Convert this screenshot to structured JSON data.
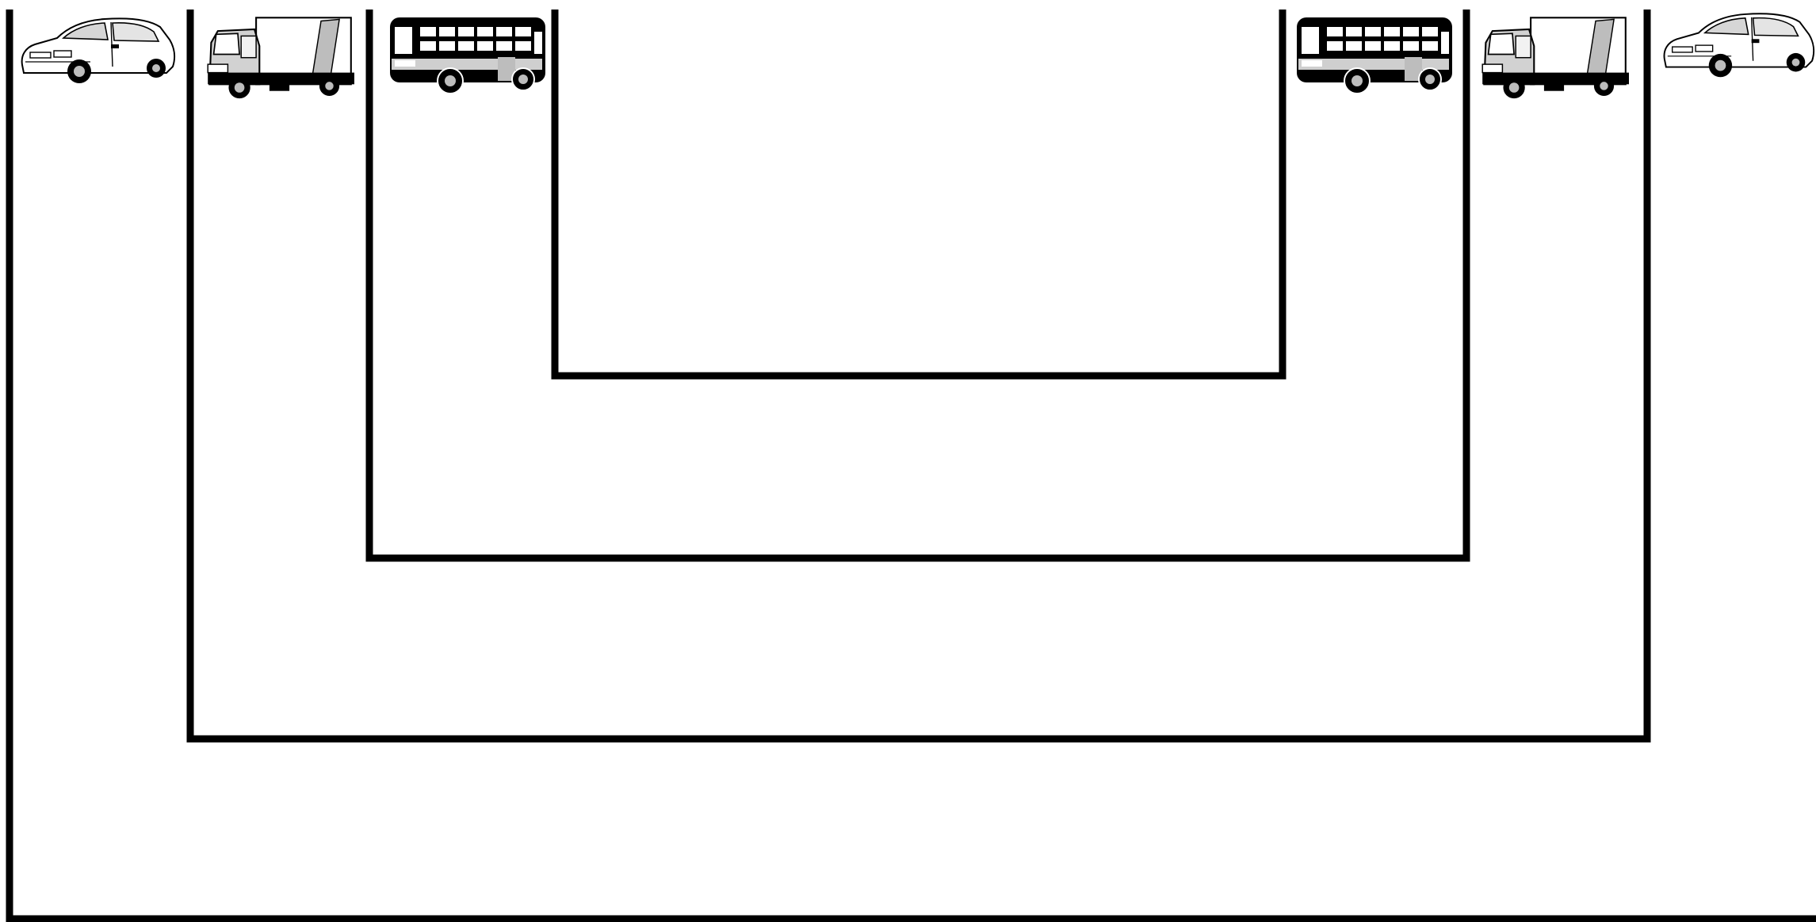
{
  "background_color": "#ffffff",
  "line_color": "#000000",
  "pictograms": [
    {
      "name": "car",
      "icon": "car-icon",
      "side": "left"
    },
    {
      "name": "truck",
      "icon": "truck-icon",
      "side": "left"
    },
    {
      "name": "bus",
      "icon": "bus-icon",
      "side": "left"
    },
    {
      "name": "bus",
      "icon": "bus-icon",
      "side": "right"
    },
    {
      "name": "truck",
      "icon": "truck-icon",
      "side": "right"
    },
    {
      "name": "car",
      "icon": "car-icon",
      "side": "right"
    }
  ],
  "connectors": [
    {
      "from": "car",
      "to": "car",
      "nesting": "outermost"
    },
    {
      "from": "truck",
      "to": "truck",
      "nesting": "second"
    },
    {
      "from": "bus",
      "to": "bus",
      "nesting": "third"
    },
    {
      "from": "bus-right-edge",
      "to": "bus-left-edge",
      "nesting": "innermost"
    }
  ]
}
